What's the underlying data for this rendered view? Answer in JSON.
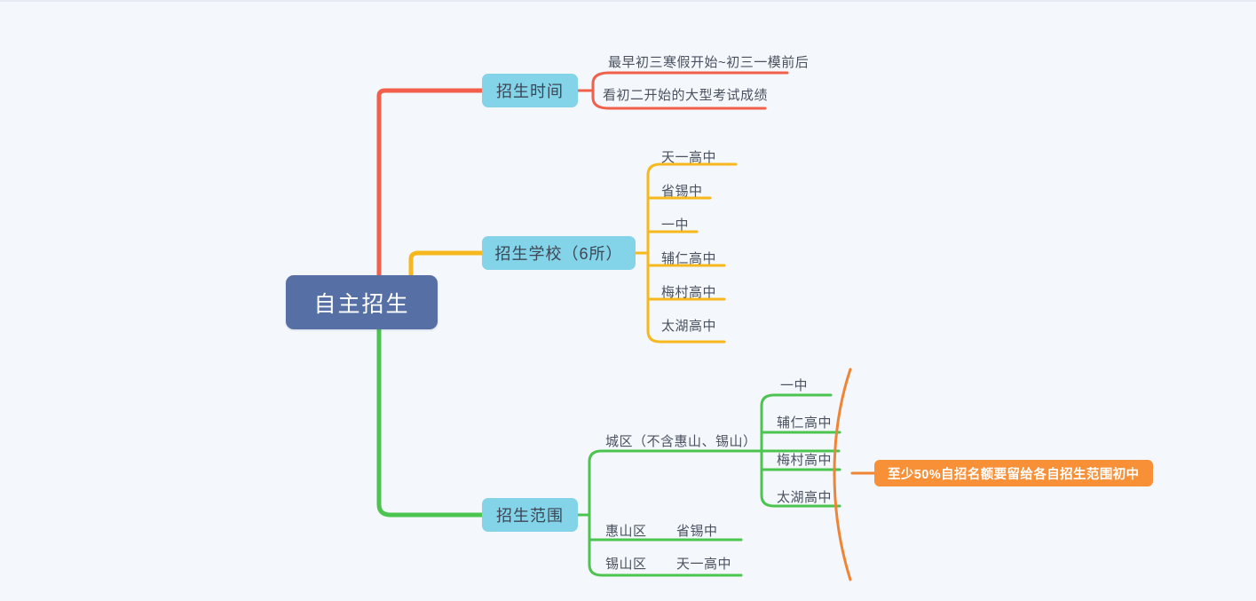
{
  "theme": {
    "background": "#f4f7fc",
    "root_fill": "#5670a6",
    "root_text": "#ffffff",
    "level1_fill": "#83d3e9",
    "level1_text": "#3d4654",
    "leaf_text": "#4a5260",
    "branch_red": "#f2604c",
    "branch_yellow": "#f7b81e",
    "branch_green": "#4cc450",
    "callout_fill": "#f89038",
    "callout_text": "#ffffff",
    "brace_color": "#ef8534"
  },
  "mindmap": {
    "root": {
      "label": "自主招生"
    },
    "branches": [
      {
        "key": "time",
        "color": "#f2604c",
        "label": "招生时间",
        "children": [
          {
            "label": "最早初三寒假开始~初三一模前后"
          },
          {
            "label": "看初二开始的大型考试成绩"
          }
        ]
      },
      {
        "key": "schools",
        "color": "#f7b81e",
        "label": "招生学校（6所）",
        "children": [
          {
            "label": "天一高中"
          },
          {
            "label": "省锡中"
          },
          {
            "label": "一中"
          },
          {
            "label": "辅仁高中"
          },
          {
            "label": "梅村高中"
          },
          {
            "label": "太湖高中"
          }
        ]
      },
      {
        "key": "scope",
        "color": "#4cc450",
        "label": "招生范围",
        "children": [
          {
            "label": "城区（不含惠山、锡山）",
            "children": [
              {
                "label": "一中"
              },
              {
                "label": "辅仁高中"
              },
              {
                "label": "梅村高中"
              },
              {
                "label": "太湖高中"
              }
            ]
          },
          {
            "label": "惠山区",
            "value": "省锡中"
          },
          {
            "label": "锡山区",
            "value": "天一高中"
          }
        ]
      }
    ],
    "callout": {
      "label": "至少50%自招名额要留给各自招生范围初中"
    }
  }
}
